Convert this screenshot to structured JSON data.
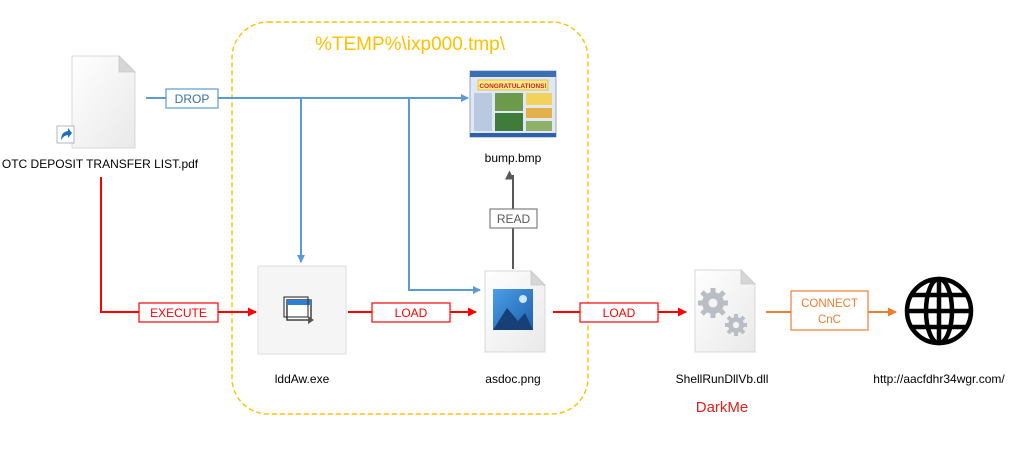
{
  "temp_folder": {
    "label": "%TEMP%\\ixp000.tmp\\"
  },
  "nodes": {
    "pdf": {
      "label": "OTC DEPOSIT TRANSFER LIST.pdf",
      "icon": "pdf-shortcut-file-icon"
    },
    "exe": {
      "label": "lddAw.exe",
      "icon": "executable-file-icon"
    },
    "bmp": {
      "label": "bump.bmp",
      "icon": "bitmap-image-icon"
    },
    "png": {
      "label": "asdoc.png",
      "icon": "png-image-file-icon"
    },
    "dll": {
      "label": "ShellRunDllVb.dll",
      "sublabel": "DarkMe",
      "icon": "dll-gear-file-icon"
    },
    "url": {
      "label": "http://aacfdhr34wgr.com/",
      "icon": "globe-icon"
    }
  },
  "edges": {
    "drop": "DROP",
    "execute": "EXECUTE",
    "read": "READ",
    "load1": "LOAD",
    "load2": "LOAD",
    "connect_line1": "CONNECT",
    "connect_line2": "CnC"
  },
  "colors": {
    "drop": "#5b9bd5",
    "execute": "#ff0000",
    "read": "#595959",
    "connect": "#ed7d31",
    "temp_border": "#ffc000",
    "darkme": "#e0201b"
  }
}
